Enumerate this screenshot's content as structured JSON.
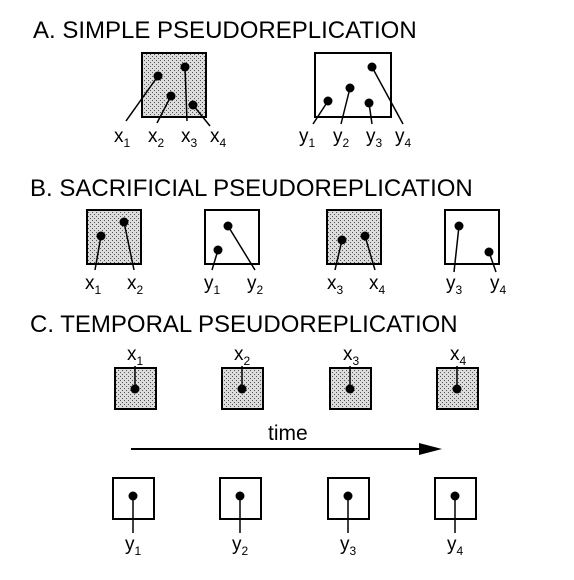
{
  "sections": {
    "a": {
      "title": "A. SIMPLE PSEUDOREPLICATION",
      "boxes": [
        {
          "shaded": true,
          "labels": [
            [
              "x",
              "1"
            ],
            [
              "x",
              "2"
            ],
            [
              "x",
              "3"
            ],
            [
              "x",
              "4"
            ]
          ]
        },
        {
          "shaded": false,
          "labels": [
            [
              "y",
              "1"
            ],
            [
              "y",
              "2"
            ],
            [
              "y",
              "3"
            ],
            [
              "y",
              "4"
            ]
          ]
        }
      ]
    },
    "b": {
      "title": "B. SACRIFICIAL PSEUDOREPLICATION",
      "boxes": [
        {
          "shaded": true,
          "labels": [
            [
              "x",
              "1"
            ],
            [
              "x",
              "2"
            ]
          ]
        },
        {
          "shaded": false,
          "labels": [
            [
              "y",
              "1"
            ],
            [
              "y",
              "2"
            ]
          ]
        },
        {
          "shaded": true,
          "labels": [
            [
              "x",
              "3"
            ],
            [
              "x",
              "4"
            ]
          ]
        },
        {
          "shaded": false,
          "labels": [
            [
              "y",
              "3"
            ],
            [
              "y",
              "4"
            ]
          ]
        }
      ]
    },
    "c": {
      "title": "C. TEMPORAL PSEUDOREPLICATION",
      "time_label": "time",
      "top_labels": [
        [
          "x",
          "1"
        ],
        [
          "x",
          "2"
        ],
        [
          "x",
          "3"
        ],
        [
          "x",
          "4"
        ]
      ],
      "bottom_labels": [
        [
          "y",
          "1"
        ],
        [
          "y",
          "2"
        ],
        [
          "y",
          "3"
        ],
        [
          "y",
          "4"
        ]
      ]
    }
  },
  "colors": {
    "ink": "#000000",
    "shade": "#d9d9d9",
    "paper": "#ffffff"
  }
}
